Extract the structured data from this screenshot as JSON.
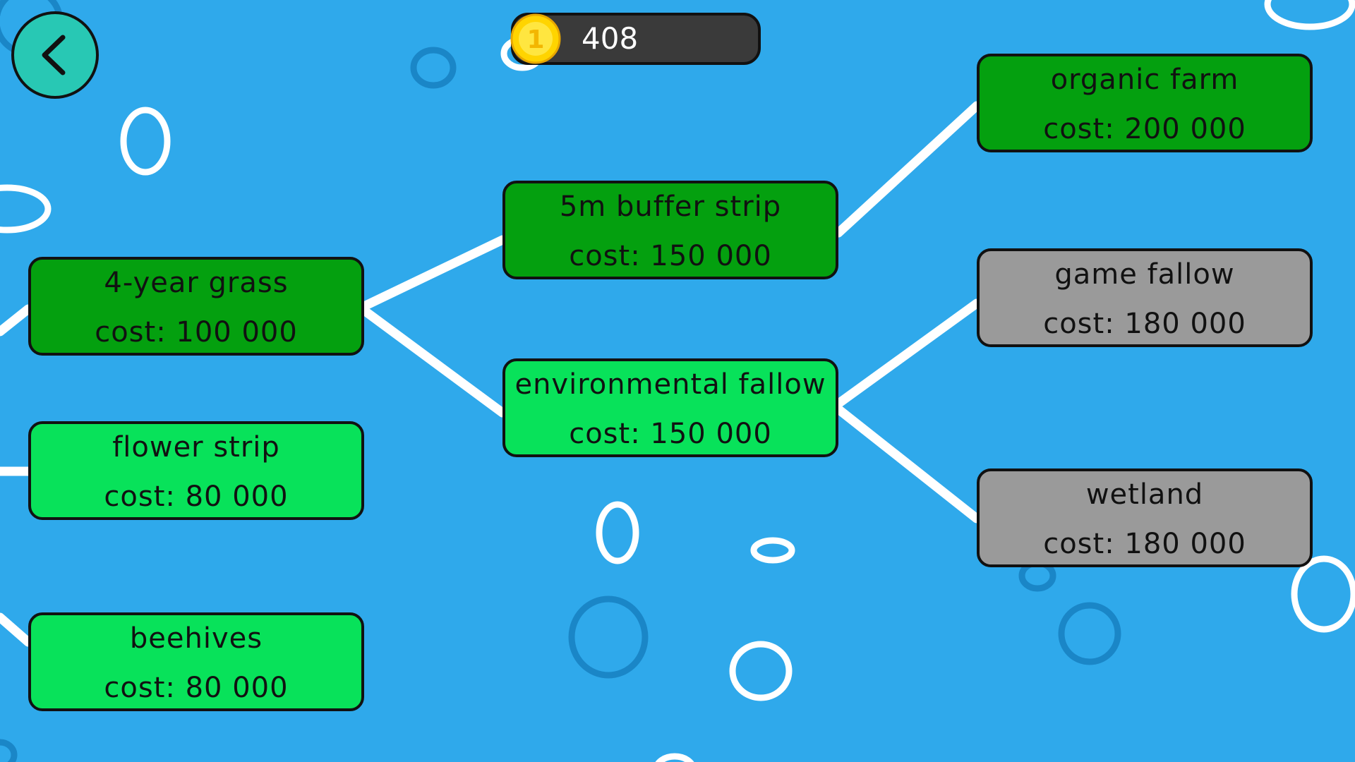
{
  "coins": {
    "icon": "coin-icon",
    "icon_glyph": "1",
    "count": "408"
  },
  "back_button": {
    "icon": "chevron-left-icon"
  },
  "nodes": {
    "four_year_grass": {
      "title": "4-year grass",
      "cost": "cost: 100 000",
      "state": "owned"
    },
    "flower_strip": {
      "title": "flower strip",
      "cost": "cost: 80 000",
      "state": "available"
    },
    "beehives": {
      "title": "beehives",
      "cost": "cost: 80 000",
      "state": "available"
    },
    "buffer_strip": {
      "title": "5m buffer strip",
      "cost": "cost: 150 000",
      "state": "owned"
    },
    "environmental_fallow": {
      "title": "environmental fallow",
      "cost": "cost: 150 000",
      "state": "available"
    },
    "organic_farm": {
      "title": "organic farm",
      "cost": "cost: 200 000",
      "state": "owned"
    },
    "game_fallow": {
      "title": "game fallow",
      "cost": "cost: 180 000",
      "state": "locked"
    },
    "wetland": {
      "title": "wetland",
      "cost": "cost: 180 000",
      "state": "locked"
    }
  },
  "colors": {
    "background": "#2fa9eb",
    "owned": "#04a00f",
    "available": "#08e25a",
    "locked": "#9a9a9a",
    "connector": "#ffffff",
    "coin": "#ffd400",
    "back_button": "#28c8b4"
  }
}
